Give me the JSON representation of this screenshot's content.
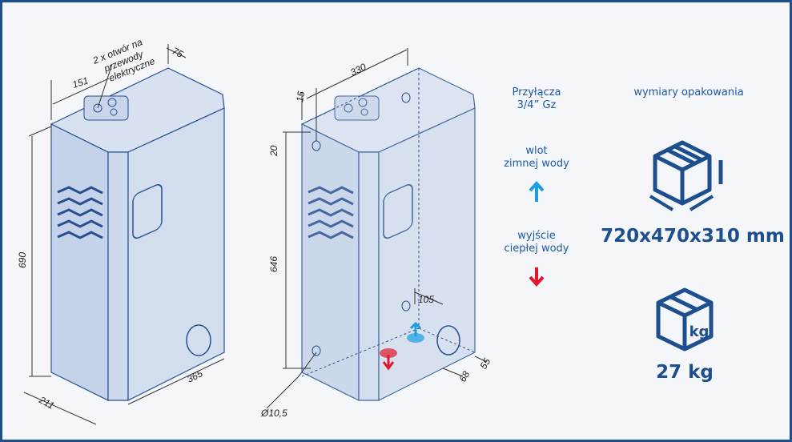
{
  "left_unit": {
    "cable_note": [
      "2 x otwór na",
      "przewody",
      "elektryczne"
    ],
    "dims": {
      "top_offset": "151",
      "top_depth_offset": "75",
      "height": "690",
      "depth": "211",
      "width": "365"
    }
  },
  "right_unit": {
    "dims": {
      "width": "330",
      "hole_offset": "15",
      "hole_top": "20",
      "height": "646",
      "pipe_spacing": "105",
      "hole_diameter": "Ø10,5",
      "pipe_offset_a": "68",
      "pipe_offset_b": "55"
    }
  },
  "legend": {
    "connections": [
      "Przyłącza",
      "3/4” Gz"
    ],
    "cold_inlet": [
      "wlot",
      "zimnej wody"
    ],
    "hot_outlet": [
      "wyjście",
      "ciepłej wody"
    ],
    "cold_color": "#1a9ee0",
    "hot_color": "#e0182c"
  },
  "packaging": {
    "title": "wymiary opakowania",
    "dimensions": "720x470x310 mm",
    "weight": "27 kg",
    "kg_label": "kg"
  }
}
